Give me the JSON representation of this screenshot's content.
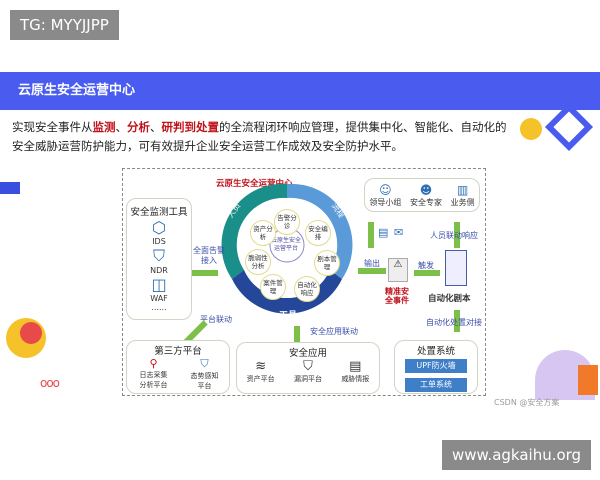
{
  "watermarks": {
    "top_left": "TG: MYYJJPP",
    "bottom_right": "www.agkaihu.org",
    "csdn": "CSDN @安全方案"
  },
  "header": {
    "title": "云原生安全运营中心"
  },
  "description": {
    "part1": "实现安全事件从",
    "hl1": "监测",
    "sep1": "、",
    "hl2": "分析",
    "sep2": "、",
    "hl3": "研判到处置",
    "part2": "的全流程闭环响应管理，提供集中化、智能化、自动化的安全威胁运营防护能力，可有效提升企业安全运营工作成效及安全防护水平。"
  },
  "diagram": {
    "center_title": "云原生安全运营中心",
    "ring": {
      "left": "人员",
      "right": "流程",
      "bottom": "工具"
    },
    "core": "云原生安全运营平台",
    "nodes": [
      "告警分诊",
      "安全编排",
      "剧本管理",
      "自动化响应",
      "案件管理",
      "脆弱性分析",
      "资产分析"
    ],
    "monitor": {
      "title": "安全监测工具",
      "items": [
        "IDS",
        "NDR",
        "WAF"
      ],
      "more": "......"
    },
    "labels": {
      "alert_in": "全面告警接入",
      "platform_link": "平台联动",
      "app_link": "安全应用联动",
      "output": "输出",
      "trigger": "触发",
      "people_link": "人员联动响应",
      "auto_link": "自动化处置对接"
    },
    "roles": [
      "领导小组",
      "安全专家",
      "业务侧"
    ],
    "event": "精准安全事件",
    "playbook": "自动化剧本",
    "third_party": {
      "title": "第三方平台",
      "items": [
        "日志采集分析平台",
        "态势感知平台"
      ]
    },
    "security_apps": {
      "title": "安全应用",
      "items": [
        "资产平台",
        "漏洞平台",
        "威胁情报"
      ]
    },
    "disposal": {
      "title": "处置系统",
      "items": [
        "UPF防火墙",
        "工单系统"
      ]
    }
  },
  "colors": {
    "header": "#4a5cf0",
    "highlight": "#c0121a",
    "ring_left": "#1a8f8a",
    "ring_right": "#5a9ad8",
    "ring_bottom": "#24479a",
    "arrow": "#7cc04a"
  }
}
